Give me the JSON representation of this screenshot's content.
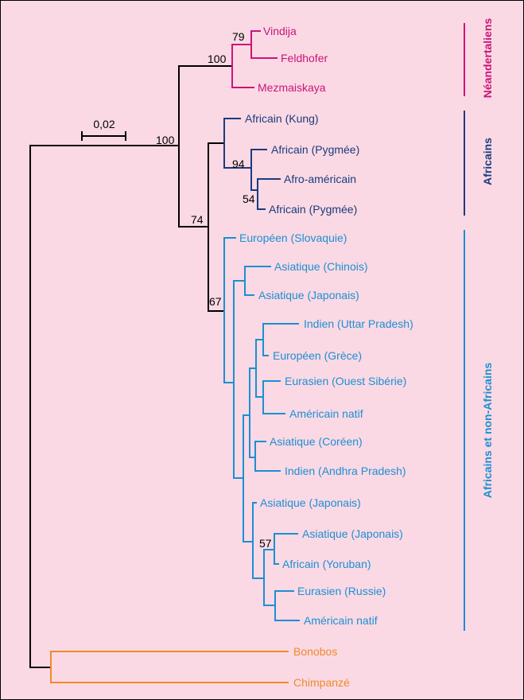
{
  "colors": {
    "background": "#fad9e4",
    "neanderthal": "#cc1477",
    "african": "#1b3b7e",
    "mixed": "#1c8fd4",
    "outgroup": "#f08a2a",
    "root": "#000000"
  },
  "scale_bar": {
    "label": "0,02"
  },
  "leaves": {
    "vindija": "Vindija",
    "feldhofer": "Feldhofer",
    "mezmaiskaya": "Mezmaiskaya",
    "kung": "Africain (Kung)",
    "pygmee1": "Africain (Pygmée)",
    "afroamericain": "Afro-américain",
    "pygmee2": "Africain (Pygmée)",
    "slovaquie": "Européen (Slovaquie)",
    "chinois": "Asiatique (Chinois)",
    "japonais1": "Asiatique (Japonais)",
    "uttar": "Indien (Uttar Pradesh)",
    "grece": "Européen (Grèce)",
    "ouest_siberie": "Eurasien (Ouest Sibérie)",
    "natif1": "Américain natif",
    "coreen": "Asiatique (Coréen)",
    "andhra": "Indien (Andhra Pradesh)",
    "japonais2": "Asiatique (Japonais)",
    "japonais3": "Asiatique (Japonais)",
    "yoruban": "Africain (Yoruban)",
    "russie": "Eurasien (Russie)",
    "natif2": "Américain natif",
    "bonobos": "Bonobos",
    "chimpanze": "Chimpanzé"
  },
  "bootstrap": {
    "b79": "79",
    "b100_nea": "100",
    "b100_main": "100",
    "b94": "94",
    "b54": "54",
    "b74": "74",
    "b67": "67",
    "b57": "57"
  },
  "groups": {
    "neanderthal": "Néandertaliens",
    "african": "Africains",
    "mixed": "Africains et non-Africains"
  }
}
